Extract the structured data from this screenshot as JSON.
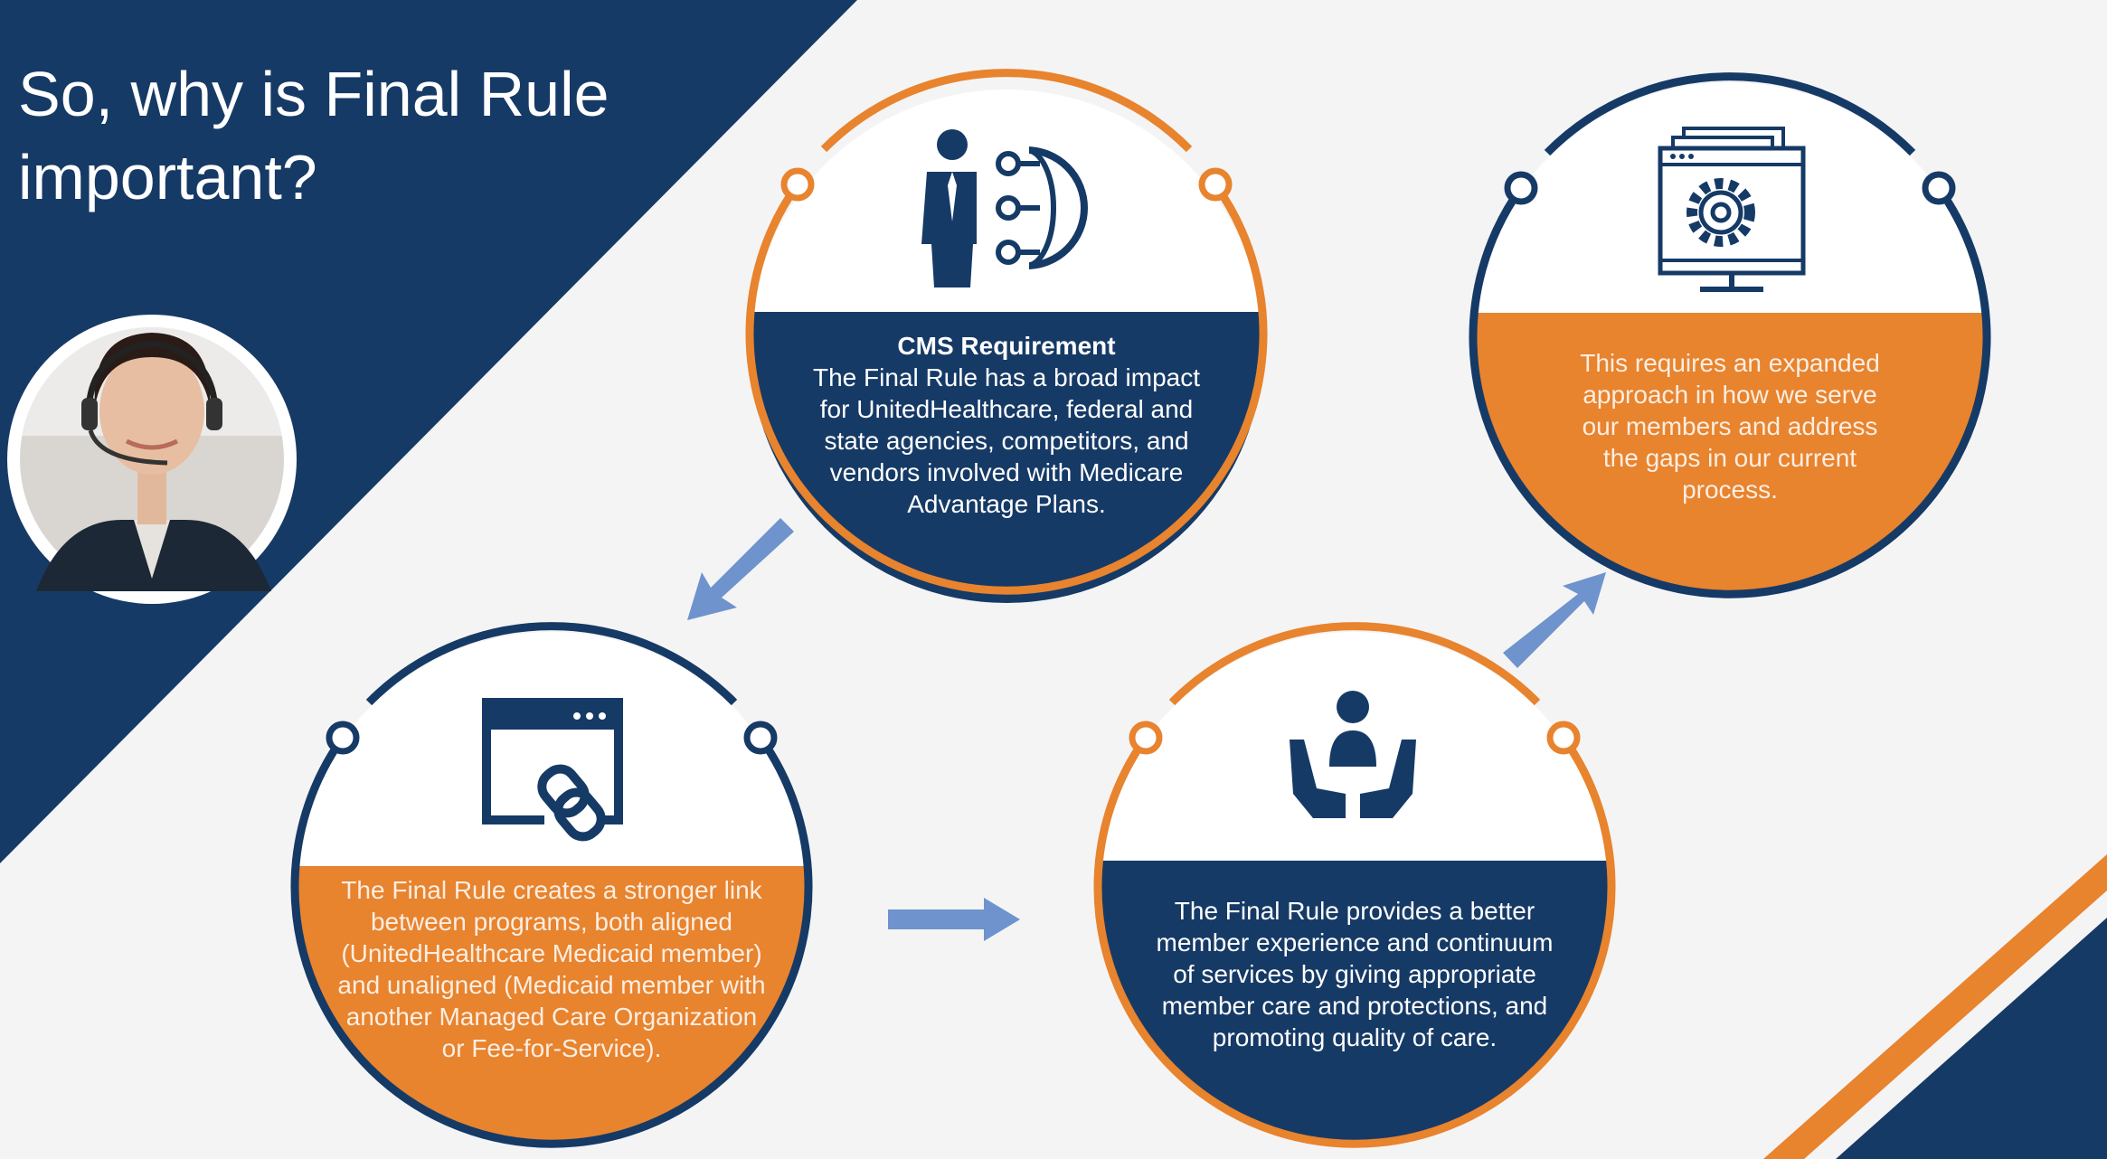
{
  "slide": {
    "title": "So, why is Final Rule important?"
  },
  "presenter": {
    "avatar": "presenter-headset-photo"
  },
  "steps": [
    {
      "id": "cms-requirement",
      "icon": "person-globe-network-icon",
      "heading": "CMS Requirement",
      "text": "The Final Rule has a broad impact for UnitedHealthcare, federal and state agencies, competitors, and vendors involved with Medicare Advantage Plans."
    },
    {
      "id": "stronger-link",
      "icon": "browser-link-icon",
      "heading": "",
      "text": "The Final Rule creates a stronger link between programs, both aligned (UnitedHealthcare Medicaid member) and unaligned (Medicaid member with another Managed Care Organization or Fee-for-Service)."
    },
    {
      "id": "member-experience",
      "icon": "hands-holding-person-icon",
      "heading": "",
      "text": "The Final Rule provides a better member experience and continuum of services by giving appropriate member care and protections, and promoting quality of care."
    },
    {
      "id": "expanded-approach",
      "icon": "monitor-gear-icon",
      "heading": "",
      "text": "This requires an expanded approach in how we serve our members and address the gaps in our current process."
    }
  ],
  "colors": {
    "navy": "#163a66",
    "orange": "#e8832e",
    "arrow": "#6f93cc",
    "background": "#f4f4f4"
  }
}
